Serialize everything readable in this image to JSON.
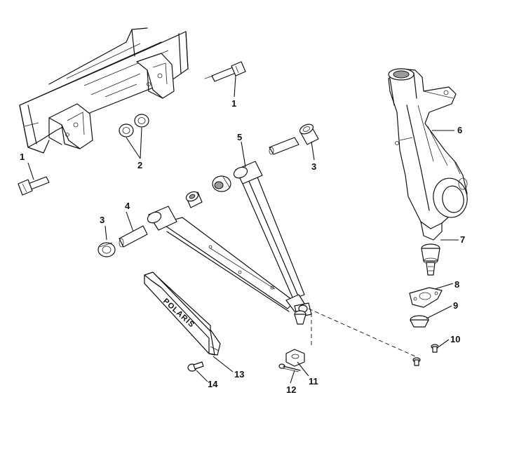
{
  "callouts": {
    "c1a": "1",
    "c1b": "1",
    "c2": "2",
    "c3a": "3",
    "c3b": "3",
    "c4": "4",
    "c5": "5",
    "c6": "6",
    "c7": "7",
    "c8": "8",
    "c9": "9",
    "c10": "10",
    "c11": "11",
    "c12": "12",
    "c13": "13",
    "c14": "14"
  },
  "guard_logo": "POLARIS"
}
